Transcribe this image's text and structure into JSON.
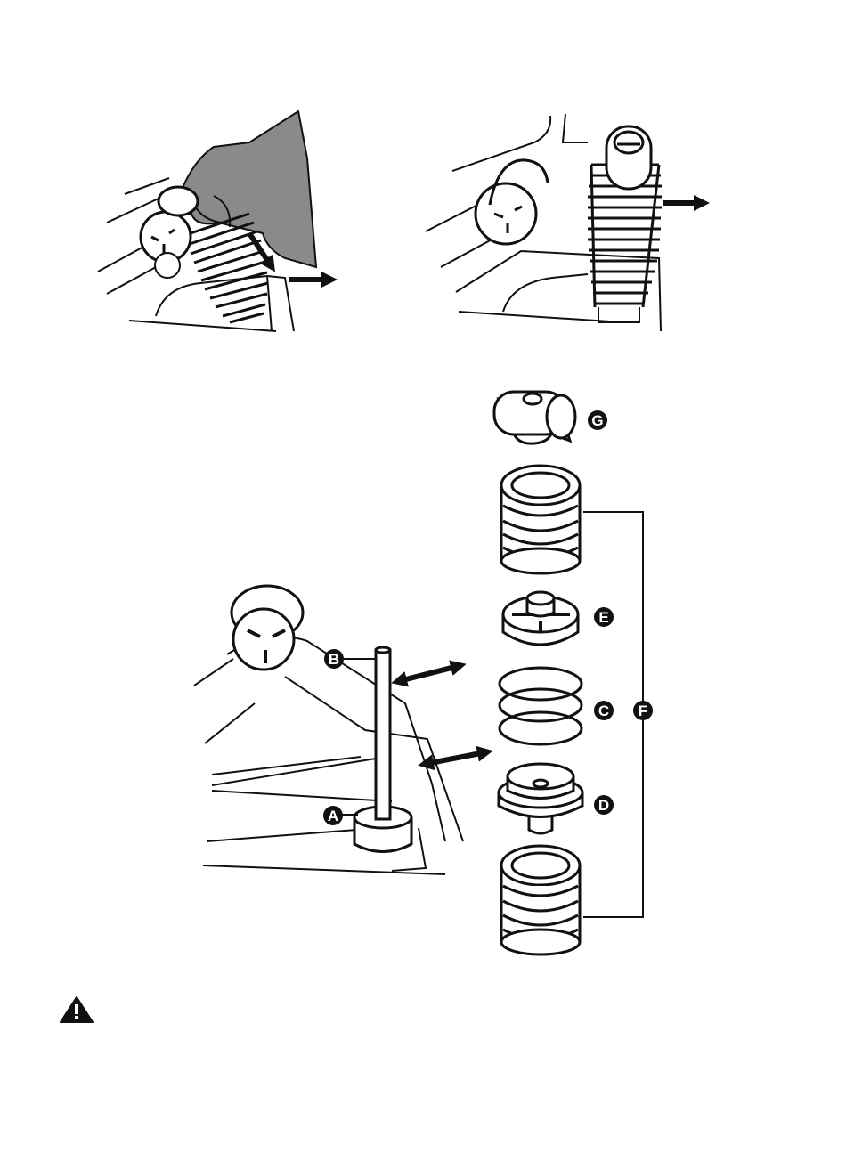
{
  "labels": {
    "a": "A",
    "b": "B",
    "c": "C",
    "d": "D",
    "e": "E",
    "f": "F",
    "g": "G"
  },
  "warning_icon": "warning-triangle-icon",
  "colors": {
    "ink": "#111111",
    "hand": "#8a8a8a",
    "paper": "#ffffff"
  }
}
